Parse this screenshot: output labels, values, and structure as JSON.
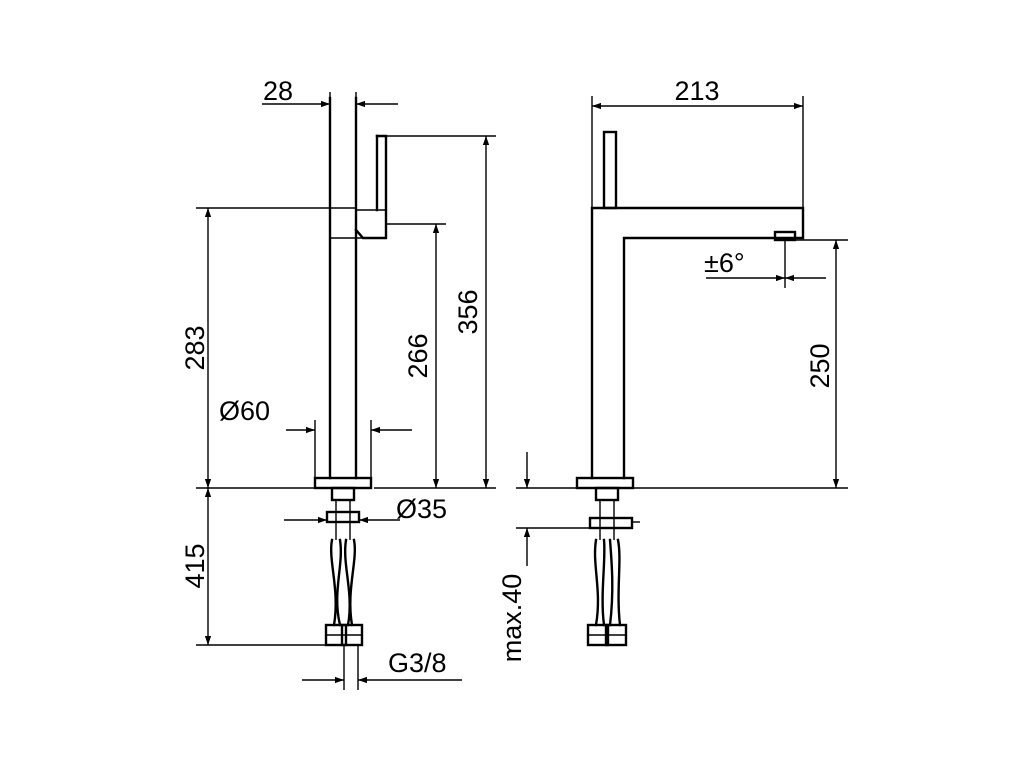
{
  "dimensions": {
    "top_width_side": "28",
    "top_width_front": "213",
    "height_total": "356",
    "height_lever": "283",
    "height_body": "266",
    "height_spout": "250",
    "base_diameter": "Ø60",
    "shank_diameter": "Ø35",
    "hose_length": "415",
    "thread": "G3/8",
    "mount_thickness": "max.40",
    "swivel_angle": "±6°"
  },
  "colors": {
    "line": "#000000",
    "background": "#ffffff"
  }
}
